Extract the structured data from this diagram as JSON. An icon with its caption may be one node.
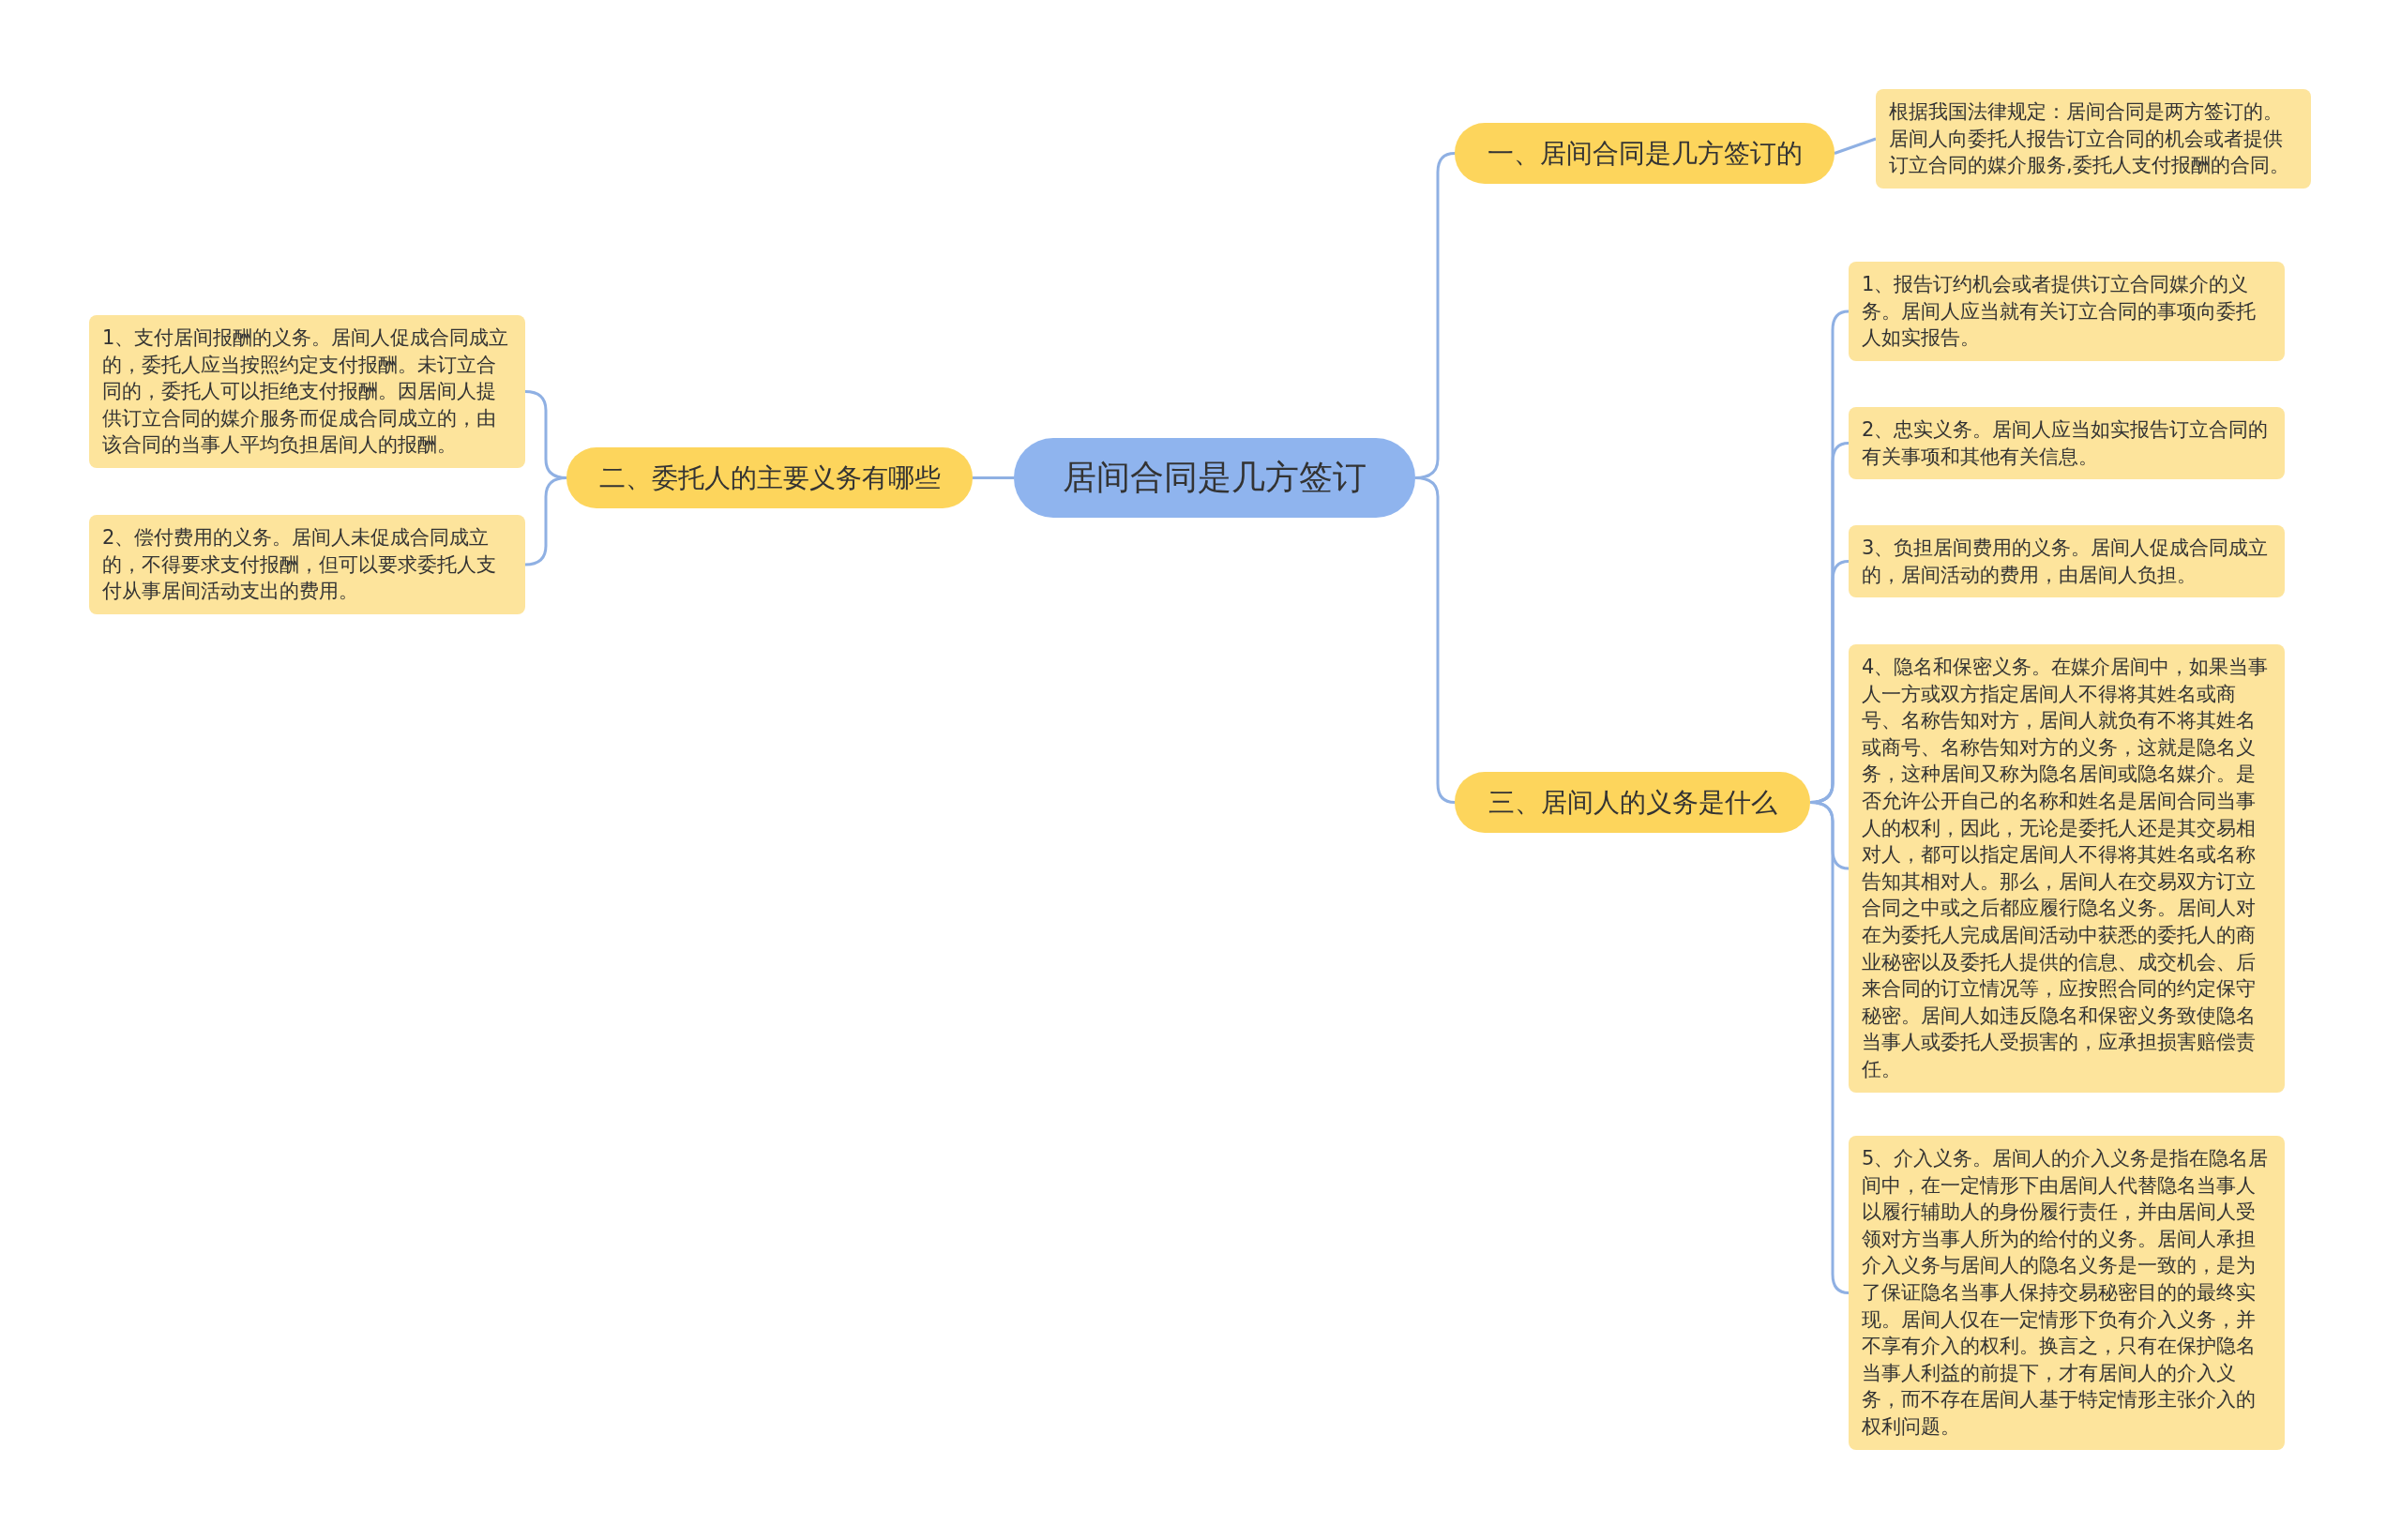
{
  "diagram": {
    "nodes": [
      {
        "text": [
          "居间合同是几方签订"
        ]
      },
      {
        "text": [
          "一、居间合同是几方签订的"
        ]
      },
      {
        "text": [
          "根据我国法律规定：居间合同是两方签订的。居间人向委托人报告订立合同的机会或者提供订立合同的媒介服务,委托人支付报酬的合同。"
        ]
      },
      {
        "text": [
          "二、委托人的主要义务有哪些"
        ]
      },
      {
        "text": [
          "1、支付居间报酬的义务。居间人促成合同成立的，委托人应当按照约定支付报酬。未订立合同的，委托人可以拒绝支付报酬。因居间人提供订立合同的媒介服务而促成合同成立的，由该合同的当事人平均负担居间人的报酬。"
        ]
      },
      {
        "text": [
          "2、偿付费用的义务。居间人未促成合同成立的，不得要求支付报酬，但可以要求委托人支付从事居间活动支出的费用。"
        ]
      },
      {
        "text": [
          "三、居间人的义务是什么"
        ]
      },
      {
        "text": [
          "1、报告订约机会或者提供订立合同媒介的义务。居间人应当就有关订立合同的事项向委托人如实报告。"
        ]
      },
      {
        "text": [
          "2、忠实义务。居间人应当如实报告订立合同的有关事项和其他有关信息。"
        ]
      },
      {
        "text": [
          "3、负担居间费用的义务。居间人促成合同成立的，居间活动的费用，由居间人负担。"
        ]
      },
      {
        "text": [
          "4、隐名和保密义务。在媒介居间中，如果当事人一方或双方指定居间人不得将其姓名或商号、名称告知对方，居间人就负有不将其姓名或商号、名称告知对方的义务，这就是隐名义务，这种居间又称为隐名居间或隐名媒介。是否允许公开自己的名称和姓名是居间合同当事人的权利，因此，无论是委托人还是其交易相对人，都可以指定居间人不得将其姓名或名称告知其相对人。那么，居间人在交易双方订立合同之中或之后都应履行隐名义务。居间人对在为委托人完成居间活动中获悉的委托人的商业秘密以及委托人提供的信息、成交机会、后来合同的订立情况等，应按照合同的约定保守秘密。居间人如违反隐名和保密义务致使隐名当事人或委托人受损害的，应承担损害赔偿责任。"
        ]
      },
      {
        "text": [
          "5、介入义务。居间人的介入义务是指在隐名居间中，在一定情形下由居间人代替隐名当事人以履行辅助人的身份履行责任，并由居间人受领对方当事人所为的给付的义务。居间人承担介入义务与居间人的隐名义务是一致的，是为了保证隐名当事人保持交易秘密目的的最终实现。居间人仅在一定情形下负有介入义务，并不享有介入的权利。换言之，只有在保护隐名当事人利益的前提下，才有居间人的介入义务，而不存在居间人基于特定情形主张介入的权利问题。"
        ]
      }
    ],
    "edges": [
      {
        "from": 0,
        "to": 1,
        "arrow": "none"
      },
      {
        "from": 0,
        "to": 3,
        "arrow": "none"
      },
      {
        "from": 0,
        "to": 6,
        "arrow": "none"
      },
      {
        "from": 1,
        "to": 2,
        "arrow": "none"
      },
      {
        "from": 3,
        "to": 4,
        "arrow": "none"
      },
      {
        "from": 3,
        "to": 5,
        "arrow": "none"
      },
      {
        "from": 6,
        "to": 7,
        "arrow": "none"
      },
      {
        "from": 6,
        "to": 8,
        "arrow": "none"
      },
      {
        "from": 6,
        "to": 9,
        "arrow": "none"
      },
      {
        "from": 6,
        "to": 10,
        "arrow": "none"
      },
      {
        "from": 6,
        "to": 11,
        "arrow": "none"
      }
    ]
  }
}
